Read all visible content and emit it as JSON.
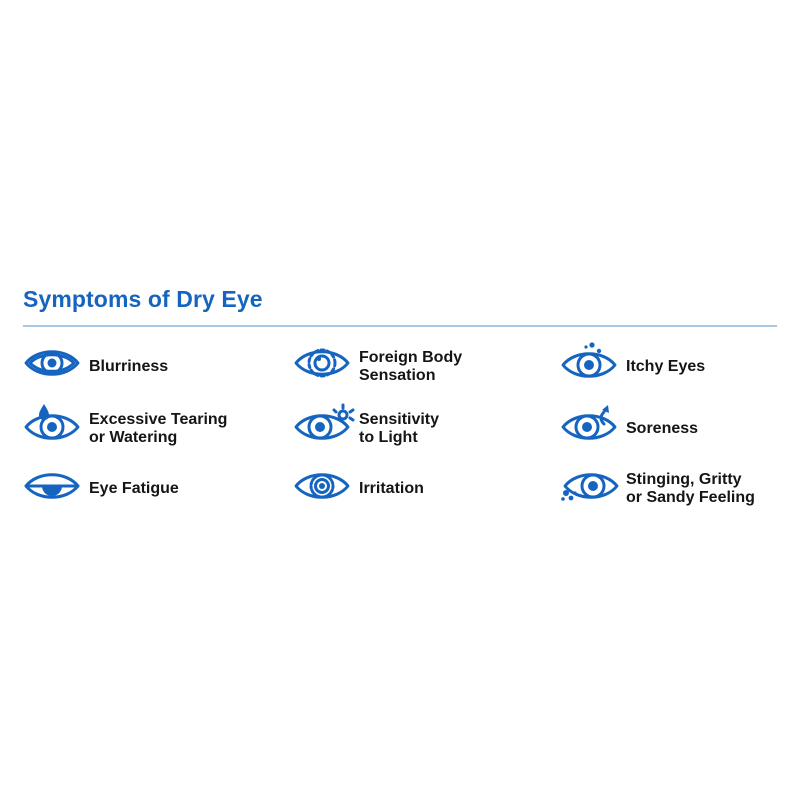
{
  "title": "Symptoms of Dry Eye",
  "accent_color": "#1565c0",
  "rule_color": "#a9c8e6",
  "symptoms": [
    {
      "icon": "blurry-eye-icon",
      "lines": [
        "Blurriness"
      ]
    },
    {
      "icon": "foreign-body-eye-icon",
      "lines": [
        "Foreign Body",
        "Sensation"
      ]
    },
    {
      "icon": "itchy-eye-icon",
      "lines": [
        "Itchy Eyes"
      ]
    },
    {
      "icon": "tearing-eye-icon",
      "lines": [
        "Excessive Tearing",
        "or Watering"
      ]
    },
    {
      "icon": "light-sensitive-eye-icon",
      "lines": [
        "Sensitivity",
        "to Light"
      ]
    },
    {
      "icon": "sore-eye-icon",
      "lines": [
        "Soreness"
      ]
    },
    {
      "icon": "fatigued-eye-icon",
      "lines": [
        "Eye Fatigue"
      ]
    },
    {
      "icon": "irritated-eye-icon",
      "lines": [
        "Irritation"
      ]
    },
    {
      "icon": "gritty-eye-icon",
      "lines": [
        "Stinging, Gritty",
        "or Sandy Feeling"
      ]
    }
  ]
}
